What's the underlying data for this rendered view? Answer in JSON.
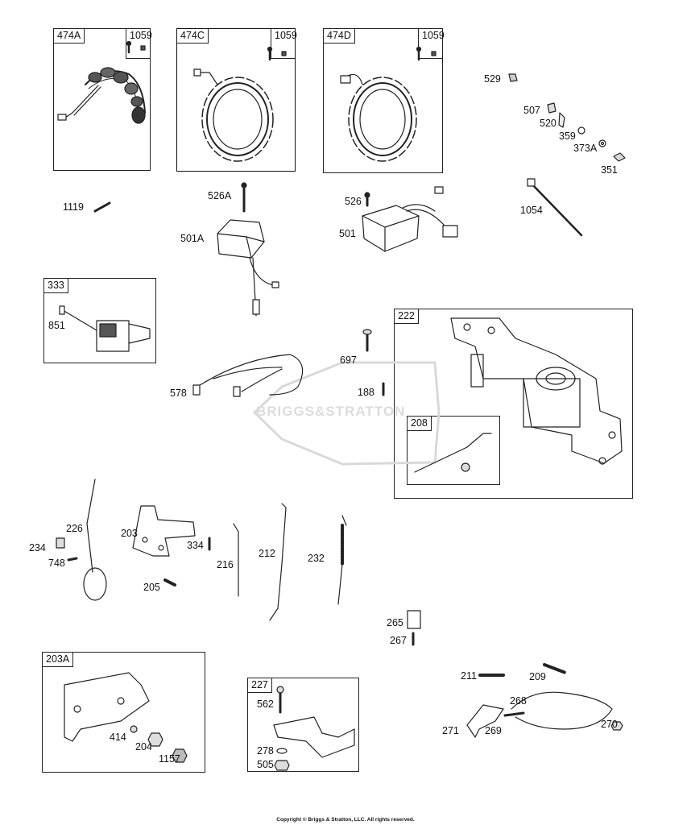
{
  "boxes": {
    "b474A": {
      "title": "474A",
      "sub": "1059"
    },
    "b474C": {
      "title": "474C",
      "sub": "1059"
    },
    "b474D": {
      "title": "474D",
      "sub": "1059"
    },
    "b333": {
      "title": "333"
    },
    "b222": {
      "title": "222"
    },
    "b208": {
      "title": "208"
    },
    "b203A": {
      "title": "203A"
    },
    "b227": {
      "title": "227"
    }
  },
  "labels": {
    "l529": "529",
    "l507": "507",
    "l520": "520",
    "l359": "359",
    "l373A": "373A",
    "l351": "351",
    "l1119": "1119",
    "l526A": "526A",
    "l501A": "501A",
    "l526": "526",
    "l501": "501",
    "l1054": "1054",
    "l851": "851",
    "l697": "697",
    "l188": "188",
    "l578": "578",
    "l226": "226",
    "l234": "234",
    "l748": "748",
    "l203": "203",
    "l334": "334",
    "l205": "205",
    "l216": "216",
    "l212": "212",
    "l232": "232",
    "l265": "265",
    "l267": "267",
    "l414": "414",
    "l204": "204",
    "l1157": "1157",
    "l562": "562",
    "l278": "278",
    "l505": "505",
    "l211": "211",
    "l209": "209",
    "l268": "268",
    "l271": "271",
    "l269": "269",
    "l270": "270"
  },
  "watermark": "BRIGGS&STRATTON",
  "copyright": "Copyright © Briggs & Stratton, LLC. All rights reserved."
}
